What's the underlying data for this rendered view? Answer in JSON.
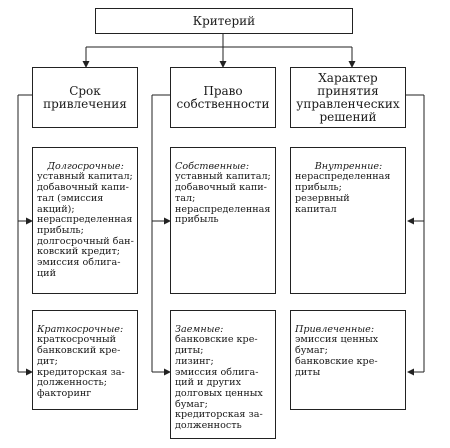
{
  "root": {
    "title": "Критерий"
  },
  "columns": [
    {
      "header": "Срок\nпривлечения",
      "blocks": [
        {
          "heading": "Долгосрочные:",
          "text": "уставный капитал;\nдобавочный капи-\nтал (эмиссия акций);\nнераспределенная\nприбыль;\nдолгосрочный бан-\nковский кредит;\nэмиссия облига-\nций"
        },
        {
          "heading": "Краткосрочные:",
          "text": "краткосрочный\nбанковский кре-\nдит;\nкредиторская за-\nдолженность;\nфакторинг"
        }
      ]
    },
    {
      "header": "Право\nсобственности",
      "blocks": [
        {
          "heading": "Собственные:",
          "text": "уставный капитал;\nдобавочный капи-\nтал;\nнераспределенная\nприбыль"
        },
        {
          "heading": "Заемные:",
          "text": "банковские кре-\nдиты;\nлизинг;\nэмиссия облига-\nций и других\nдолговых ценных\nбумаг;\nкредиторская за-\nдолженность"
        }
      ]
    },
    {
      "header": "Характер\nпринятия\nуправленческих\nрешений",
      "blocks": [
        {
          "heading": "Внутренние:",
          "text": "нераспределенная\nприбыль;\nрезервный\nкапитал"
        },
        {
          "heading": "Привлеченные:",
          "text": "эмиссия ценных\nбумаг;\nбанковские кре-\nдиты"
        }
      ]
    }
  ]
}
